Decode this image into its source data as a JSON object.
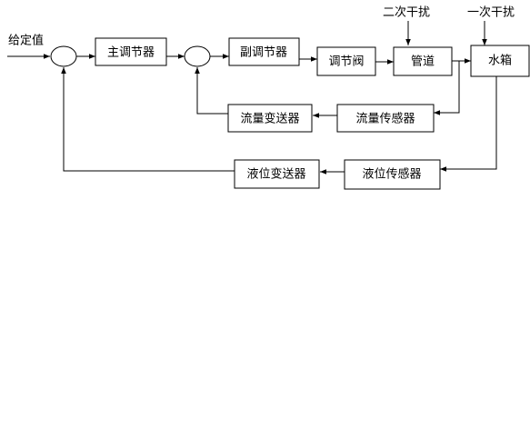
{
  "diagram": {
    "setpoint_label": "给定值",
    "secondary_disturbance_label": "二次干扰",
    "primary_disturbance_label": "一次干扰",
    "blocks": {
      "main_controller": "主调节器",
      "secondary_controller": "副调节器",
      "control_valve": "调节阀",
      "pipeline": "管道",
      "water_tank": "水箱",
      "flow_transmitter": "流量变送器",
      "flow_sensor": "流量传感器",
      "level_transmitter": "液位变送器",
      "level_sensor": "液位传感器"
    }
  }
}
